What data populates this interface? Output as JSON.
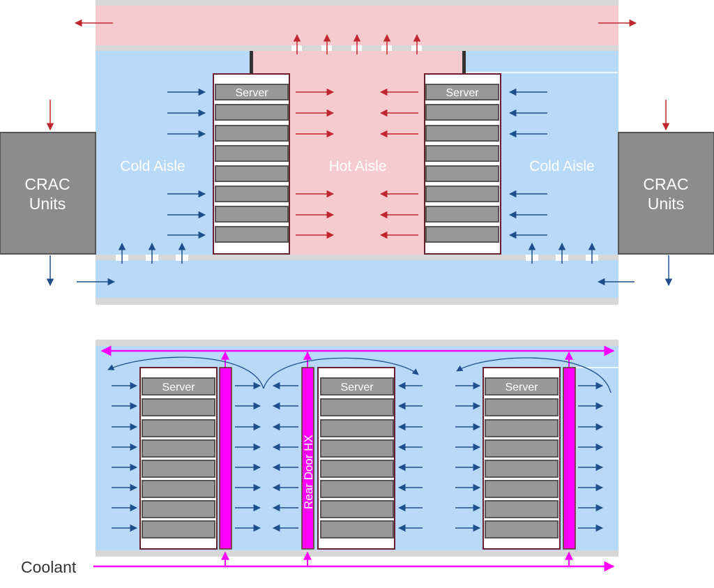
{
  "top": {
    "crac_left": {
      "label_line1": "CRAC",
      "label_line2": "Units"
    },
    "crac_right": {
      "label_line1": "CRAC",
      "label_line2": "Units"
    },
    "cold_aisle_left_label": "Cold Aisle",
    "hot_aisle_label": "Hot Aisle",
    "cold_aisle_right_label": "Cold Aisle",
    "rack_left_server_label": "Server",
    "rack_right_server_label": "Server"
  },
  "bottom": {
    "rack1_server_label": "Server",
    "rack2_server_label": "Server",
    "rack3_server_label": "Server",
    "rear_door_label": "Rear Door HX",
    "coolant_label": "Coolant"
  },
  "colors": {
    "cold_air": "#b8daf8",
    "hot_air": "#f6cbd0",
    "cold_arrow": "#1f4e8c",
    "hot_arrow": "#c0262d",
    "crac_fill": "#8c8c8c",
    "server_fill": "#999999",
    "rack_border": "#6b1f2e",
    "coolant": "#ff00ff",
    "floor": "#d7d7d7"
  }
}
